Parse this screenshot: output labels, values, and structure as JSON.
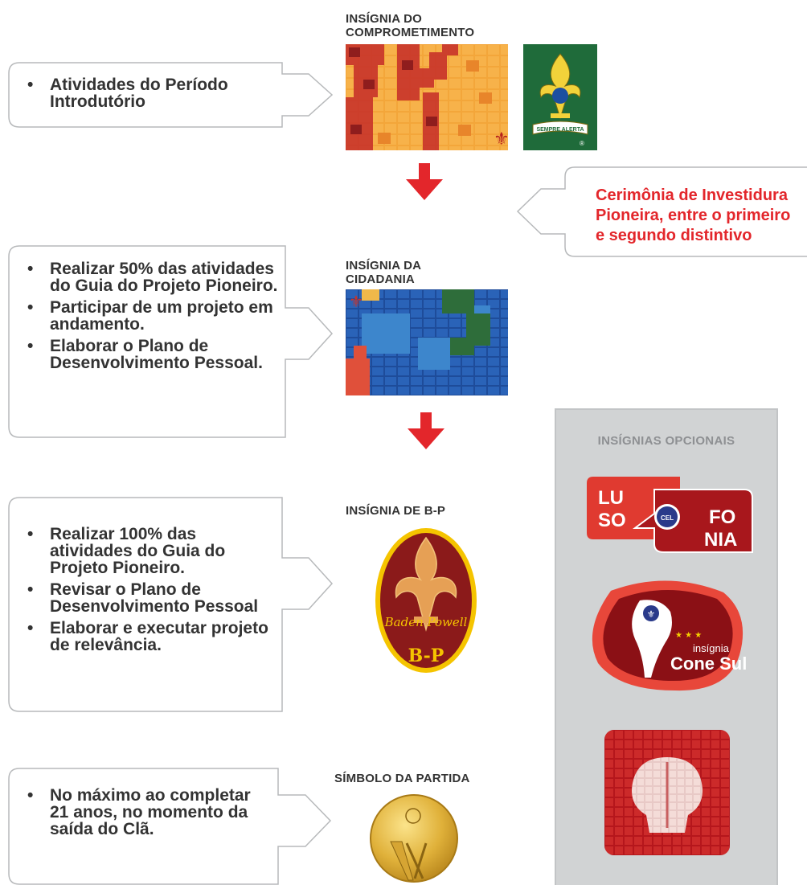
{
  "step1": {
    "title_line1": "INSÍGNIA DO",
    "title_line2": "COMPROMETIMENTO",
    "bullets": [
      "Atividades do Período Introdutório"
    ],
    "badge_motto": "SEMPRE ALERTA"
  },
  "ceremony": {
    "line1": "Cerimônia de Investidura",
    "line2": "Pioneira, entre o primeiro",
    "line3": "e segundo distintivo"
  },
  "step2": {
    "title_line1": "INSÍGNIA DA",
    "title_line2": "CIDADANIA",
    "bullets": [
      "Realizar 50% das atividades do Guia do Projeto Pioneiro.",
      "Participar de um projeto em andamento.",
      "Elaborar o Plano de Desenvolvimento Pessoal."
    ]
  },
  "step3": {
    "title": "INSÍGNIA DE B-P",
    "bullets": [
      "Realizar 100% das atividades do Guia do Projeto Pioneiro.",
      "Revisar o Plano de Desenvolvimento Pessoal",
      "Elaborar e executar projeto de relevância."
    ],
    "badge_script": "Baden Powell",
    "badge_label": "B-P"
  },
  "step4": {
    "title": "SÍMBOLO DA PARTIDA",
    "bullets": [
      "No máximo ao completar 21 anos, no momento da saída do Clã."
    ]
  },
  "optional": {
    "title": "INSÍGNIAS OPCIONAIS",
    "lusofonia": {
      "lu": "LU",
      "so": "SO",
      "fo": "FO",
      "nia": "NIA",
      "cel": "CEL"
    },
    "conesul": {
      "small": "insígnia",
      "big": "Cone Sul"
    }
  },
  "colors": {
    "accent_red": "#e3262b",
    "panel_gray": "#d1d3d4",
    "badge_green": "#1f6b3a",
    "badge_maroon": "#8b1a1a"
  }
}
